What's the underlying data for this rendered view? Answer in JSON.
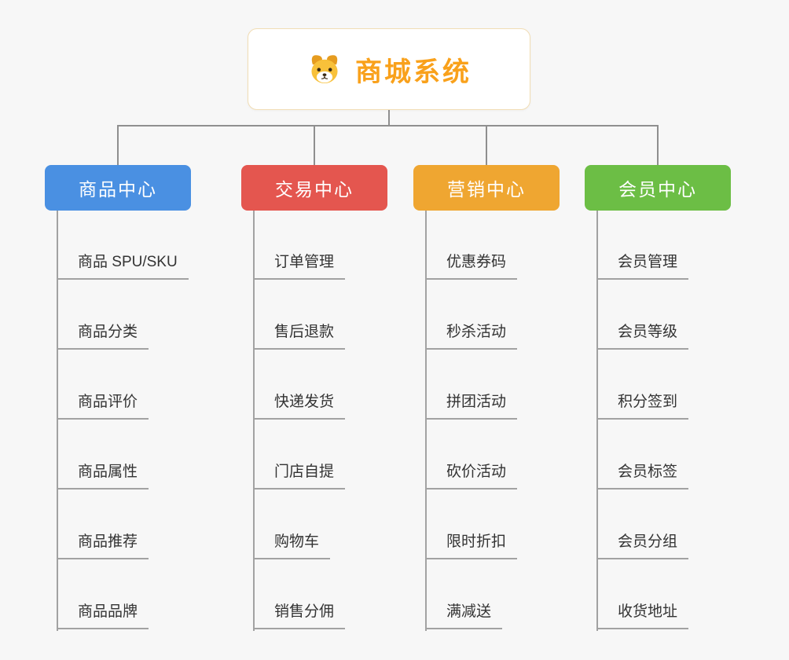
{
  "background": "#f7f7f7",
  "root": {
    "title": "商城系统",
    "title_color": "#f9a11b",
    "icon": "dog-icon"
  },
  "line_color": "#8f8f8f",
  "branches": [
    {
      "id": "product-center",
      "label": "商品中心",
      "color": "#4a90e2",
      "children": [
        "商品 SPU/SKU",
        "商品分类",
        "商品评价",
        "商品属性",
        "商品推荐",
        "商品品牌"
      ]
    },
    {
      "id": "trade-center",
      "label": "交易中心",
      "color": "#e4564f",
      "children": [
        "订单管理",
        "售后退款",
        "快递发货",
        "门店自提",
        "购物车",
        "销售分佣"
      ]
    },
    {
      "id": "marketing-center",
      "label": "营销中心",
      "color": "#efa631",
      "children": [
        "优惠券码",
        "秒杀活动",
        "拼团活动",
        "砍价活动",
        "限时折扣",
        "满减送"
      ]
    },
    {
      "id": "member-center",
      "label": "会员中心",
      "color": "#6cbe45",
      "children": [
        "会员管理",
        "会员等级",
        "积分签到",
        "会员标签",
        "会员分组",
        "收货地址"
      ]
    }
  ]
}
